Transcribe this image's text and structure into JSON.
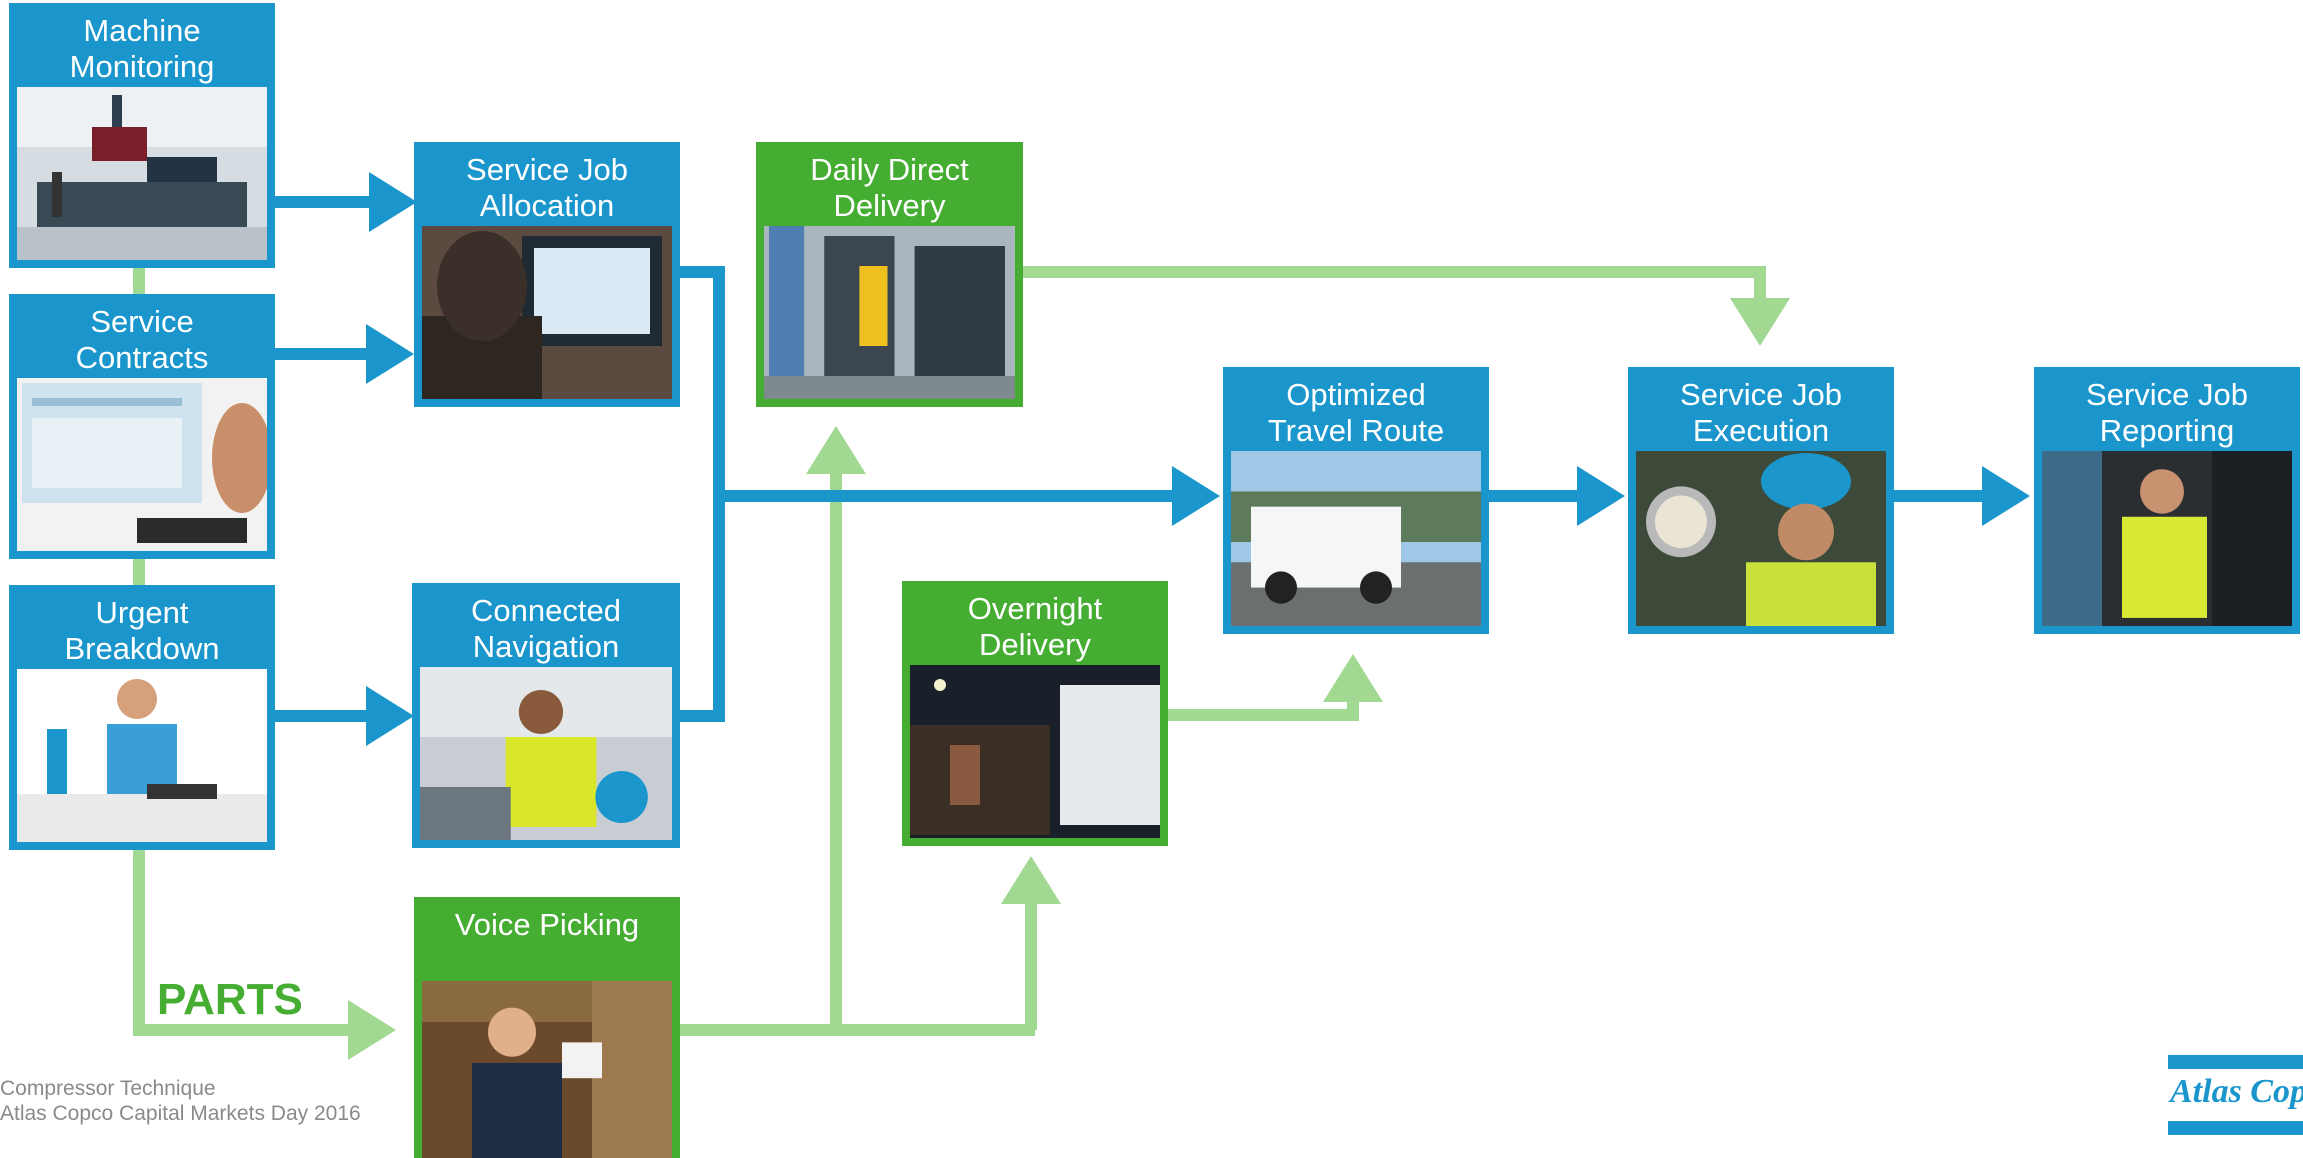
{
  "boxes": {
    "machine_monitoring": {
      "title": "Machine\nMonitoring"
    },
    "service_contracts": {
      "title": "Service\nContracts"
    },
    "urgent_breakdown": {
      "title": "Urgent\nBreakdown"
    },
    "service_job_allocation": {
      "title": "Service Job\nAllocation"
    },
    "connected_navigation": {
      "title": "Connected\nNavigation"
    },
    "voice_picking": {
      "title": "Voice Picking"
    },
    "daily_direct_delivery": {
      "title": "Daily Direct\nDelivery"
    },
    "overnight_delivery": {
      "title": "Overnight\nDelivery"
    },
    "optimized_travel_route": {
      "title": "Optimized\nTravel Route"
    },
    "service_job_execution": {
      "title": "Service Job\nExecution"
    },
    "service_job_reporting": {
      "title": "Service Job\nReporting"
    }
  },
  "parts_label": "PARTS",
  "footer": {
    "line1": "Compressor Technique",
    "line2": "Atlas Copco Capital Markets Day 2016"
  },
  "logo_text": "Atlas Copco",
  "colors": {
    "service_flow": "#1a96cc",
    "parts_flow": "#a2d992",
    "parts_box": "#44ad32"
  }
}
